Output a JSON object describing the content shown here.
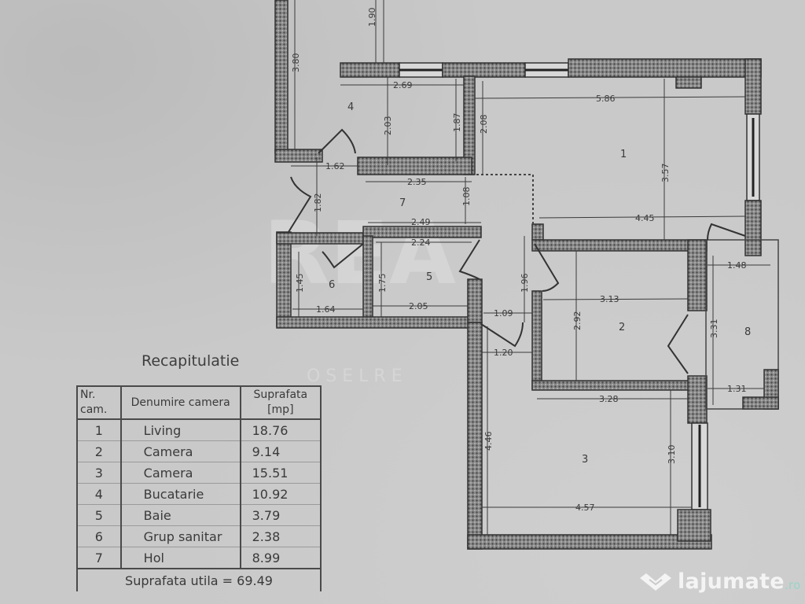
{
  "watermark": {
    "main": "REA",
    "sub": "O S E L   R E"
  },
  "rooms": [
    {
      "id": "1",
      "label": "1"
    },
    {
      "id": "2",
      "label": "2"
    },
    {
      "id": "3",
      "label": "3"
    },
    {
      "id": "4",
      "label": "4"
    },
    {
      "id": "5",
      "label": "5"
    },
    {
      "id": "6",
      "label": "6"
    },
    {
      "id": "7",
      "label": "7"
    },
    {
      "id": "8",
      "label": "8"
    }
  ],
  "dimensions": {
    "d_380": "3.80",
    "d_190": "1.90",
    "d_269": "2.69",
    "d_203": "2.03",
    "d_187": "1.87",
    "d_208": "2.08",
    "d_586": "5.86",
    "d_357": "3.57",
    "d_162": "1.62",
    "d_235": "2.35",
    "d_182": "1.82",
    "d_108": "1.08",
    "d_249": "2.49",
    "d_445": "4.45",
    "d_224": "2.24",
    "d_145": "1.45",
    "d_175": "1.75",
    "d_164": "1.64",
    "d_205": "2.05",
    "d_196": "1.96",
    "d_109": "1.09",
    "d_120": "1.20",
    "d_148": "1.48",
    "d_313": "3.13",
    "d_292": "2.92",
    "d_331": "3.31",
    "d_131": "1.31",
    "d_328": "3.28",
    "d_446": "4.46",
    "d_310": "3.10",
    "d_457": "4.57"
  },
  "recap": {
    "title": "Recapitulatie",
    "headers": {
      "nr": "Nr. cam.",
      "name": "Denumire camera",
      "area": "Suprafata [mp]"
    },
    "rows": [
      {
        "nr": "1",
        "name": "Living",
        "area": "18.76"
      },
      {
        "nr": "2",
        "name": "Camera",
        "area": "9.14"
      },
      {
        "nr": "3",
        "name": "Camera",
        "area": "15.51"
      },
      {
        "nr": "4",
        "name": "Bucatarie",
        "area": "10.92"
      },
      {
        "nr": "5",
        "name": "Baie",
        "area": "3.79"
      },
      {
        "nr": "6",
        "name": "Grup sanitar",
        "area": "2.38"
      },
      {
        "nr": "7",
        "name": "Hol",
        "area": "8.99"
      }
    ],
    "total": "Suprafata utila = 69.49"
  },
  "logo": {
    "name": "lajumate",
    "tld": ".ro",
    "accent": "#9ad4c8"
  },
  "colors": {
    "paper": "#c9c9c9",
    "wall": "#6e6e6e",
    "line": "#3a3a3a"
  }
}
